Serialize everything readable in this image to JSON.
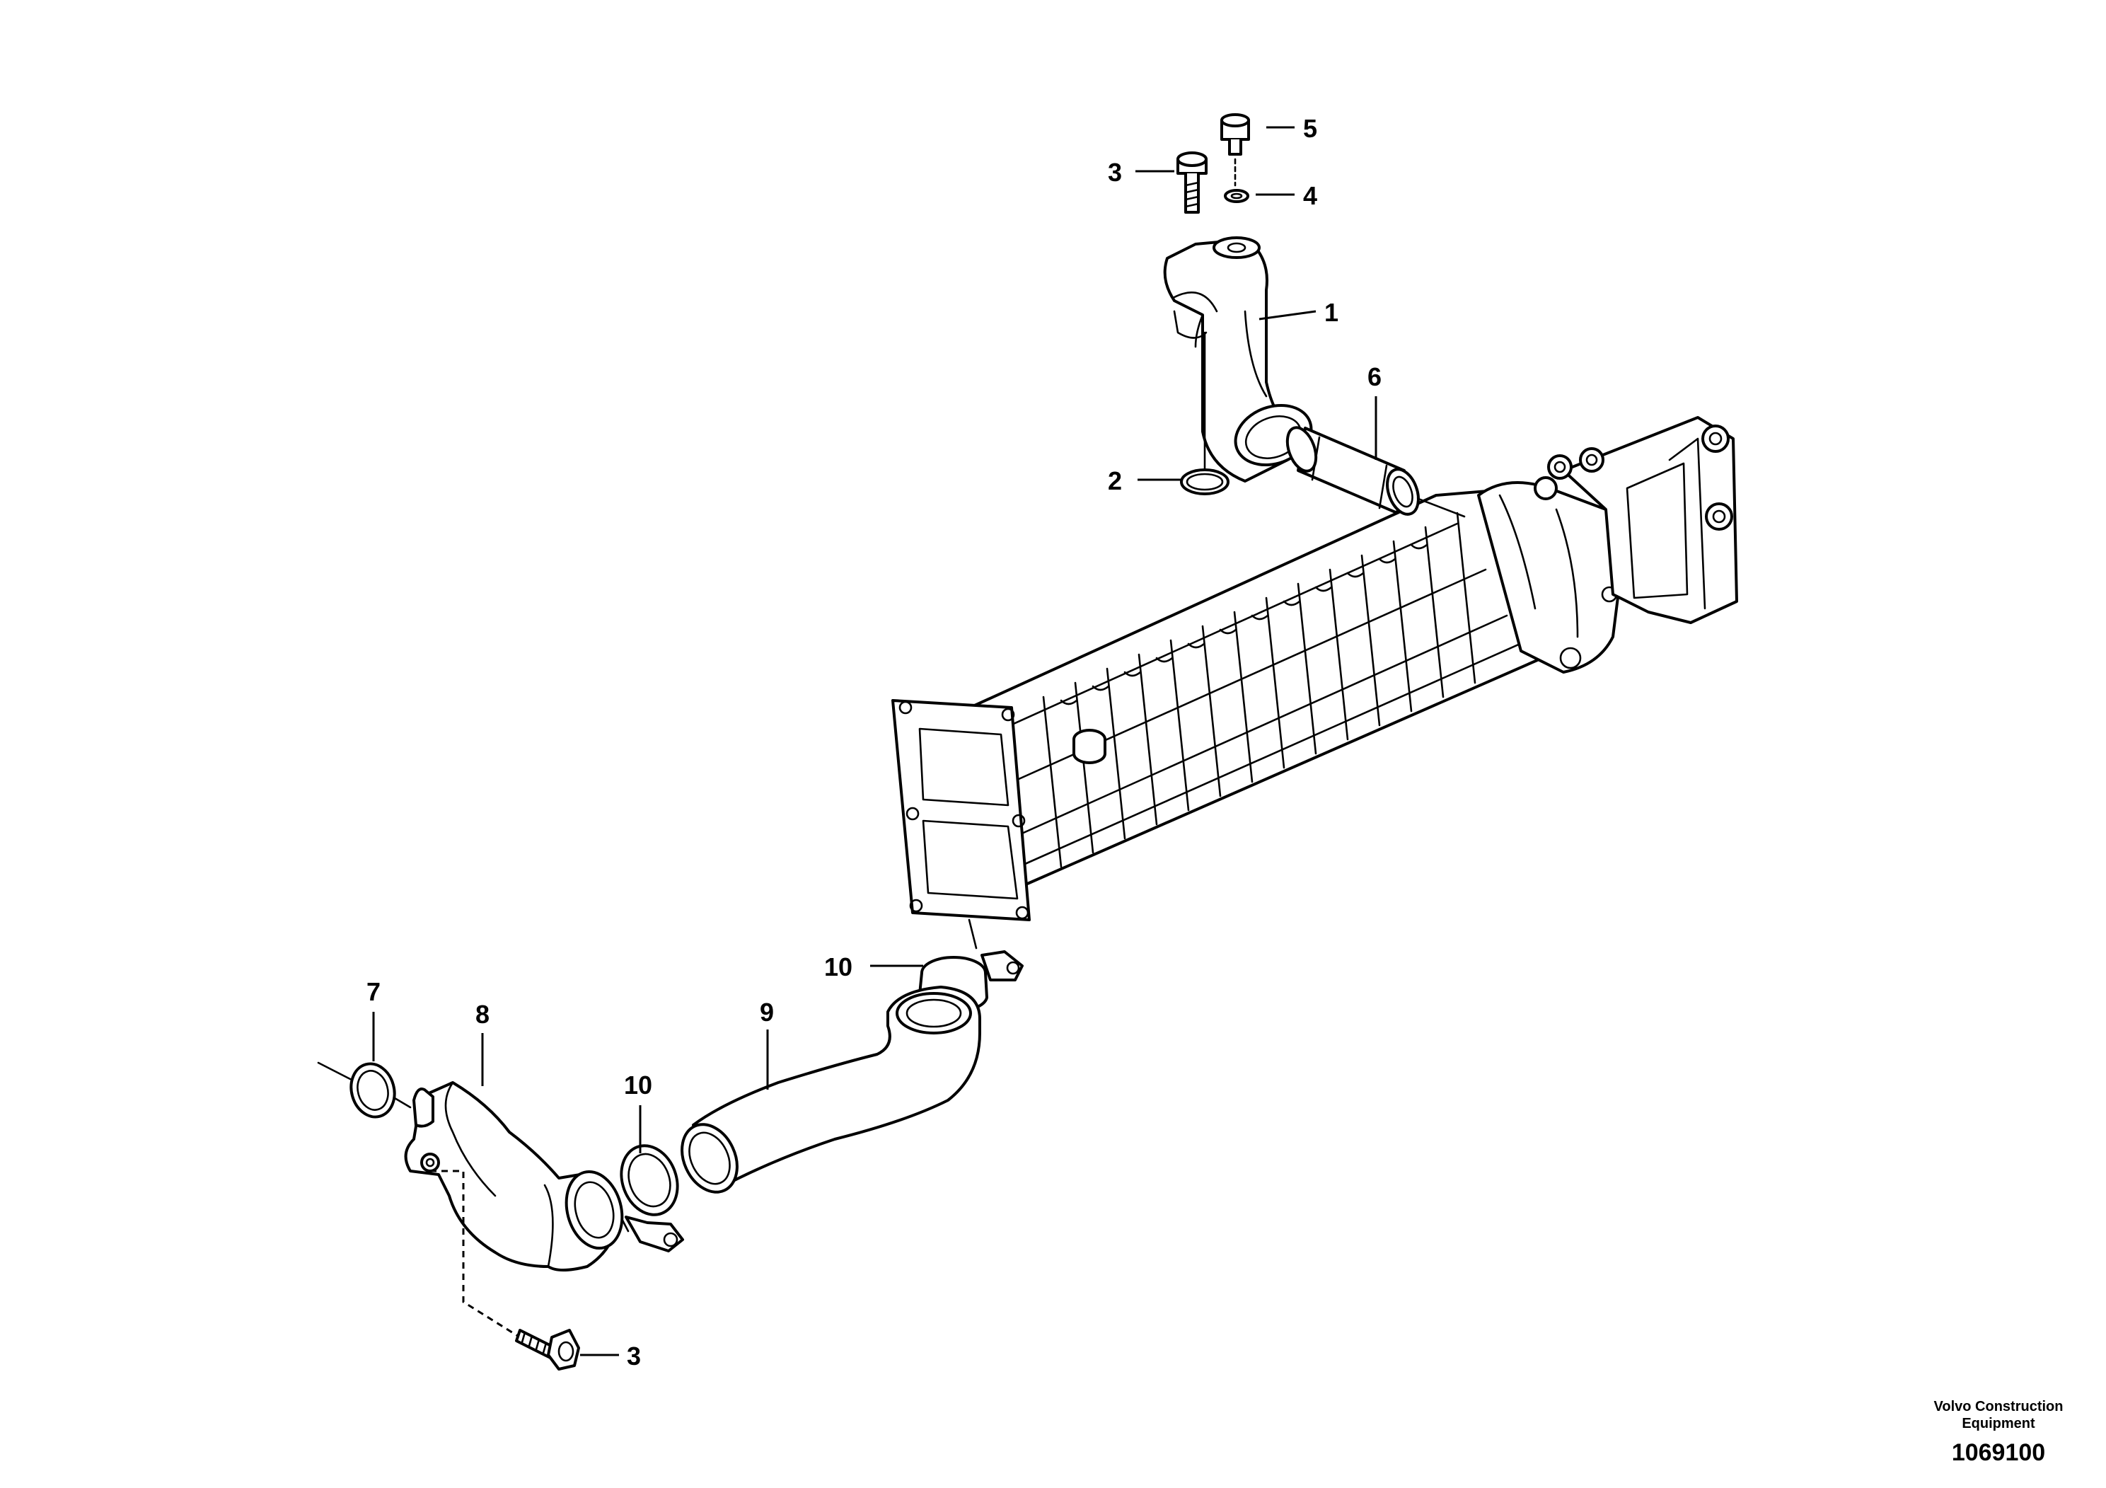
{
  "callouts": {
    "part_1": "1",
    "part_2": "2",
    "part_3_top": "3",
    "part_3_bottom": "3",
    "part_4": "4",
    "part_5": "5",
    "part_6": "6",
    "part_7": "7",
    "part_8": "8",
    "part_9": "9",
    "part_10_upper": "10",
    "part_10_lower": "10"
  },
  "credit": {
    "company": "Volvo Construction Equipment",
    "number": "1069100"
  }
}
